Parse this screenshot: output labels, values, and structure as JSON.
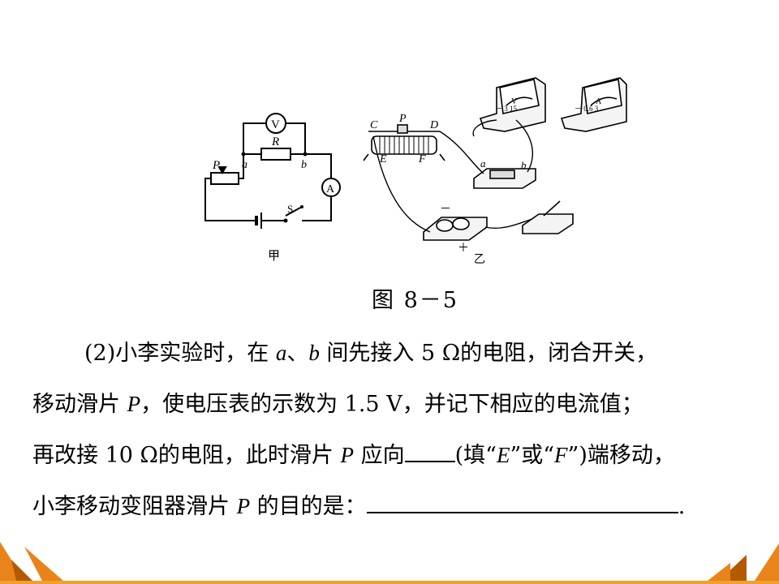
{
  "figure": {
    "caption": "图  8－5",
    "left_label": "甲",
    "right_label": "乙",
    "left_circuit": {
      "voltmeter": "V",
      "ammeter": "A",
      "resistor": "R",
      "slider": "P",
      "node_a": "a",
      "node_b": "b",
      "switch": "S"
    },
    "right_apparatus": {
      "terminal_c": "C",
      "terminal_d": "D",
      "terminal_e": "E",
      "terminal_f": "F",
      "slider": "P",
      "node_a": "a",
      "node_b": "b",
      "voltmeter_letter": "V",
      "voltmeter_scale": "－ 3 15",
      "ammeter_letter": "A",
      "ammeter_scale": "－ 0.6 3",
      "battery_minus": "－",
      "battery_plus": "＋"
    }
  },
  "text": {
    "line1_a": "(2)小李实验时，在 ",
    "line1_var_a": "a",
    "line1_b": "、",
    "line1_var_b": "b",
    "line1_c": " 间先接入 5 Ω的电阻，闭合开关，",
    "line2_a": "移动滑片 ",
    "line2_var_p": "P",
    "line2_b": "，使电压表的示数为 1.5 V，并记下相应的电流值；",
    "line3_a": "再改接 10 Ω的电阻，此时滑片 ",
    "line3_var_p": "P",
    "line3_b": " 应向",
    "line3_c": "(填“",
    "line3_var_e": "E",
    "line3_d": "”或“",
    "line3_var_f": "F",
    "line3_e": "”)端移动，",
    "line4_a": "小李移动变阻器滑片 ",
    "line4_var_p": "P",
    "line4_b": " 的目的是：",
    "line4_end": "."
  },
  "colors": {
    "decoration_orange": "#e8841a",
    "decoration_dark": "#b35a00",
    "decoration_line": "#f0a030"
  }
}
